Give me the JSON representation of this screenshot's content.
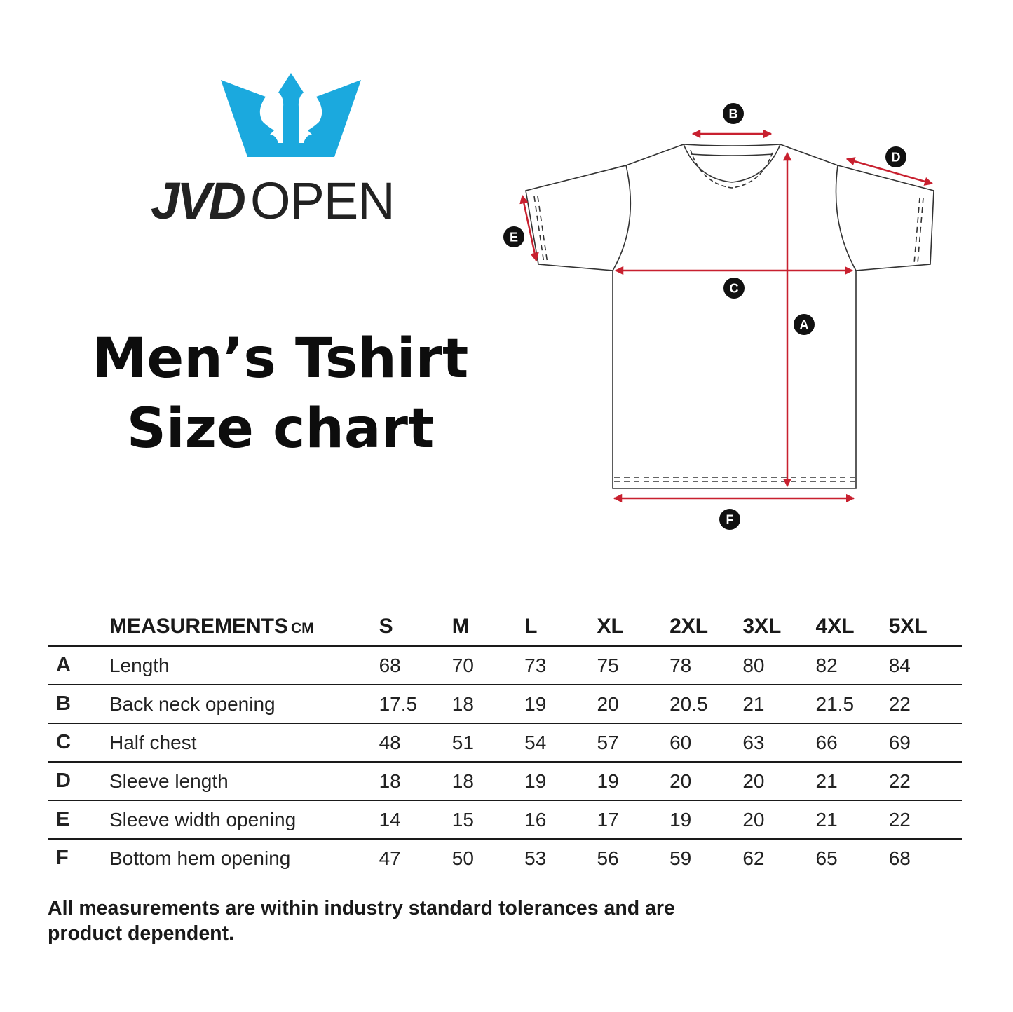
{
  "brand": {
    "name_bold": "JVD",
    "name_light": "OPEN",
    "crown_color": "#1BA9DE",
    "text_color": "#222222"
  },
  "title": {
    "line1": "Men’s Tshirt",
    "line2": "Size chart"
  },
  "diagram": {
    "arrow_color": "#C8202F",
    "labels": {
      "A": "A",
      "B": "B",
      "C": "C",
      "D": "D",
      "E": "E",
      "F": "F"
    }
  },
  "table": {
    "header": {
      "measurements": "MEASUREMENTS",
      "unit": "CM",
      "sizes": [
        "S",
        "M",
        "L",
        "XL",
        "2XL",
        "3XL",
        "4XL",
        "5XL"
      ]
    },
    "rows": [
      {
        "letter": "A",
        "name": "Length",
        "values": [
          "68",
          "70",
          "73",
          "75",
          "78",
          "80",
          "82",
          "84"
        ]
      },
      {
        "letter": "B",
        "name": "Back neck opening",
        "values": [
          "17.5",
          "18",
          "19",
          "20",
          "20.5",
          "21",
          "21.5",
          "22"
        ]
      },
      {
        "letter": "C",
        "name": "Half chest",
        "values": [
          "48",
          "51",
          "54",
          "57",
          "60",
          "63",
          "66",
          "69"
        ]
      },
      {
        "letter": "D",
        "name": "Sleeve length",
        "values": [
          "18",
          "18",
          "19",
          "19",
          "20",
          "20",
          "21",
          "22"
        ]
      },
      {
        "letter": "E",
        "name": "Sleeve width opening",
        "values": [
          "14",
          "15",
          "16",
          "17",
          "19",
          "20",
          "21",
          "22"
        ]
      },
      {
        "letter": "F",
        "name": "Bottom hem opening",
        "values": [
          "47",
          "50",
          "53",
          "56",
          "59",
          "62",
          "65",
          "68"
        ]
      }
    ]
  },
  "footnote": "All measurements are within industry standard tolerances and are product dependent."
}
